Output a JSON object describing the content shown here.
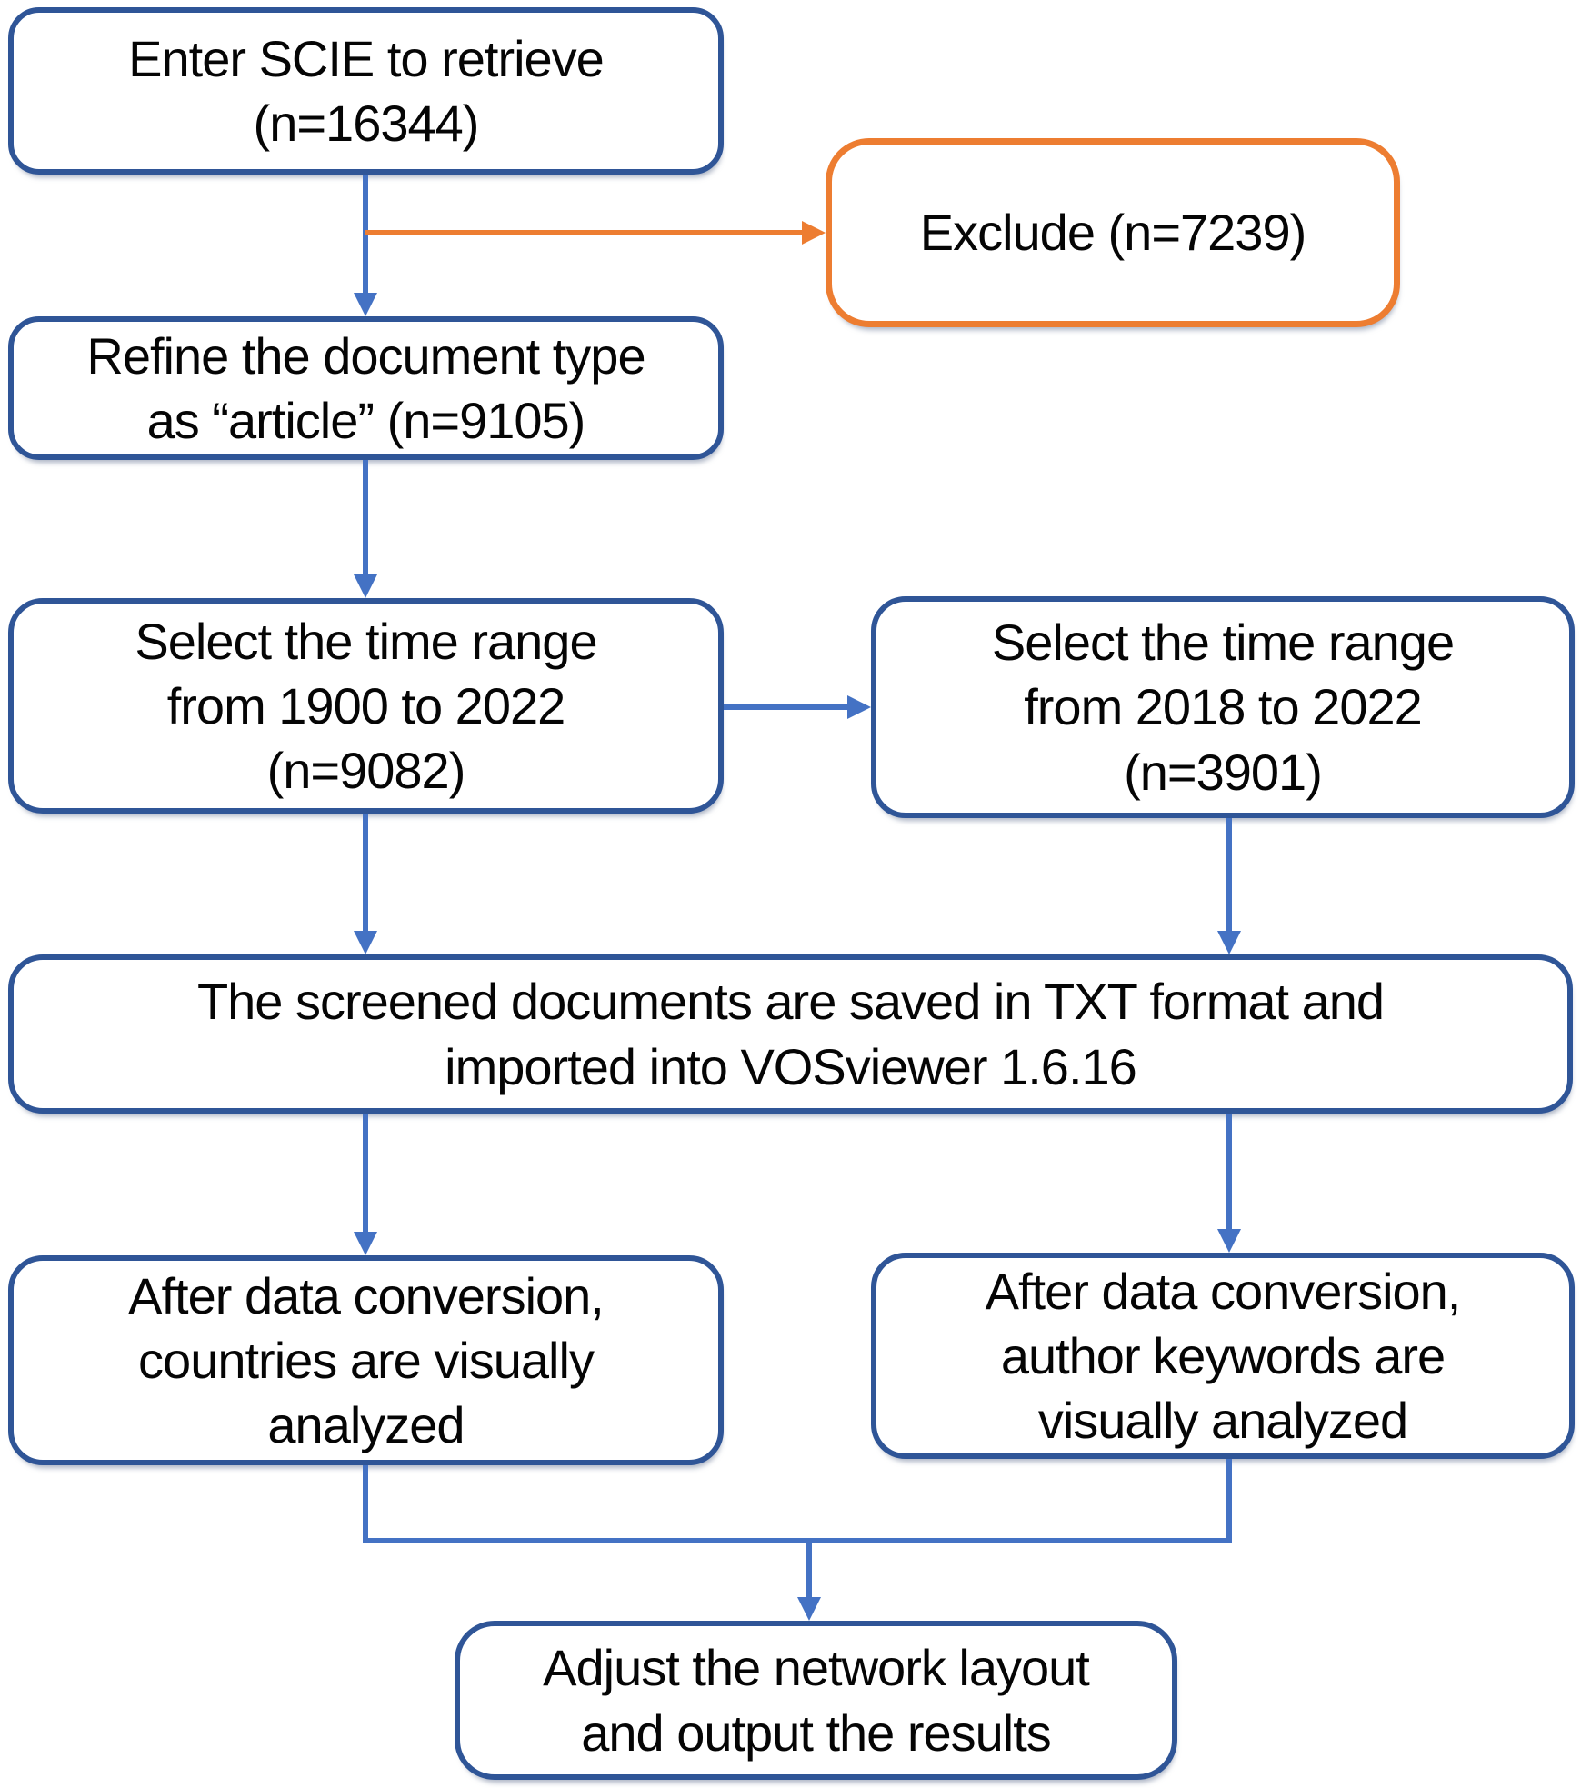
{
  "figure": {
    "type": "flowchart",
    "description": "SCIE literature screening and VOSviewer analysis workflow"
  },
  "colors": {
    "box_border_blue": "#2f5597",
    "box_border_orange": "#ed7d31",
    "arrow_blue": "#4472c4",
    "arrow_orange": "#ed7d31",
    "text": "#050505",
    "background": "#ffffff"
  },
  "nodes": {
    "enter": {
      "label": "Enter SCIE to retrieve\n(n=16344)"
    },
    "exclude": {
      "label": "Exclude (n=7239)"
    },
    "refine": {
      "label": "Refine the document type\nas “article” (n=9105)"
    },
    "range_full": {
      "label": "Select the time range\nfrom 1900 to 2022\n(n=9082)"
    },
    "range_recent": {
      "label": "Select the time range\nfrom 2018 to 2022\n(n=3901)"
    },
    "screened": {
      "label": "The screened documents are saved in TXT format and\nimported into VOSviewer 1.6.16"
    },
    "countries": {
      "label": "After data conversion,\ncountries are visually\nanalyzed"
    },
    "keywords": {
      "label": "After data conversion,\nauthor keywords are\nvisually analyzed"
    },
    "adjust": {
      "label": "Adjust the network layout\nand output the results"
    }
  },
  "edges": [
    {
      "from": "enter",
      "to": "refine",
      "color": "blue"
    },
    {
      "from": "enter",
      "to": "exclude",
      "color": "orange"
    },
    {
      "from": "refine",
      "to": "range_full",
      "color": "blue"
    },
    {
      "from": "range_full",
      "to": "range_recent",
      "color": "blue"
    },
    {
      "from": "range_full",
      "to": "screened",
      "color": "blue"
    },
    {
      "from": "range_recent",
      "to": "screened",
      "color": "blue"
    },
    {
      "from": "screened",
      "to": "countries",
      "color": "blue"
    },
    {
      "from": "screened",
      "to": "keywords",
      "color": "blue"
    },
    {
      "from": "countries",
      "to": "adjust",
      "color": "blue"
    },
    {
      "from": "keywords",
      "to": "adjust",
      "color": "blue"
    }
  ]
}
